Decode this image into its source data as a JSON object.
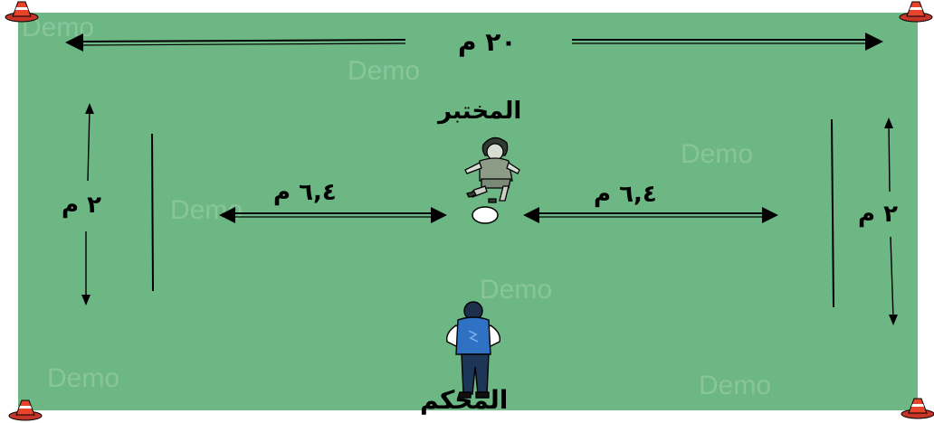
{
  "field": {
    "color": "#6db784"
  },
  "labels": {
    "width": "٢٠ م",
    "left_height": "٢ م",
    "right_height": "٢ م",
    "left_distance": "٦,٤ م",
    "right_distance": "٦,٤ م",
    "tester": "المختبر",
    "referee": "المحكم"
  },
  "watermark": "Demo",
  "cone_color": "#e8442c",
  "referee_vest_color": "#2f72c4"
}
